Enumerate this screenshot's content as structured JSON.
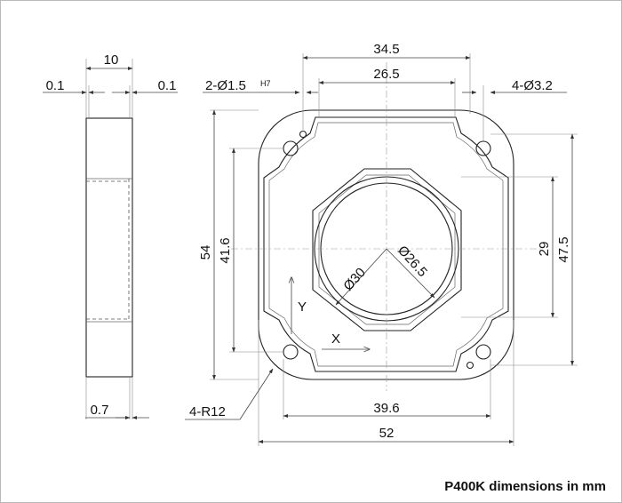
{
  "dimensions": {
    "thickness": "10",
    "chamfer_left": "0.1",
    "chamfer_right": "0.1",
    "holes_small": "2-Ø1.5",
    "holes_small_tol": "H7",
    "width_outer_holes": "34.5",
    "width_inner": "26.5",
    "holes_large": "4-Ø3.2",
    "height_total": "54",
    "height_holes": "41.6",
    "height_inner": "29",
    "height_outer": "47.5",
    "bore_inner": "Ø26.5",
    "bore_outer": "Ø30",
    "axis_y": "Y",
    "axis_x": "X",
    "lip_thickness": "0.7",
    "corner_radius": "4-R12",
    "width_holes": "39.6",
    "width_total": "52"
  },
  "caption": "P400K dimensions in mm"
}
